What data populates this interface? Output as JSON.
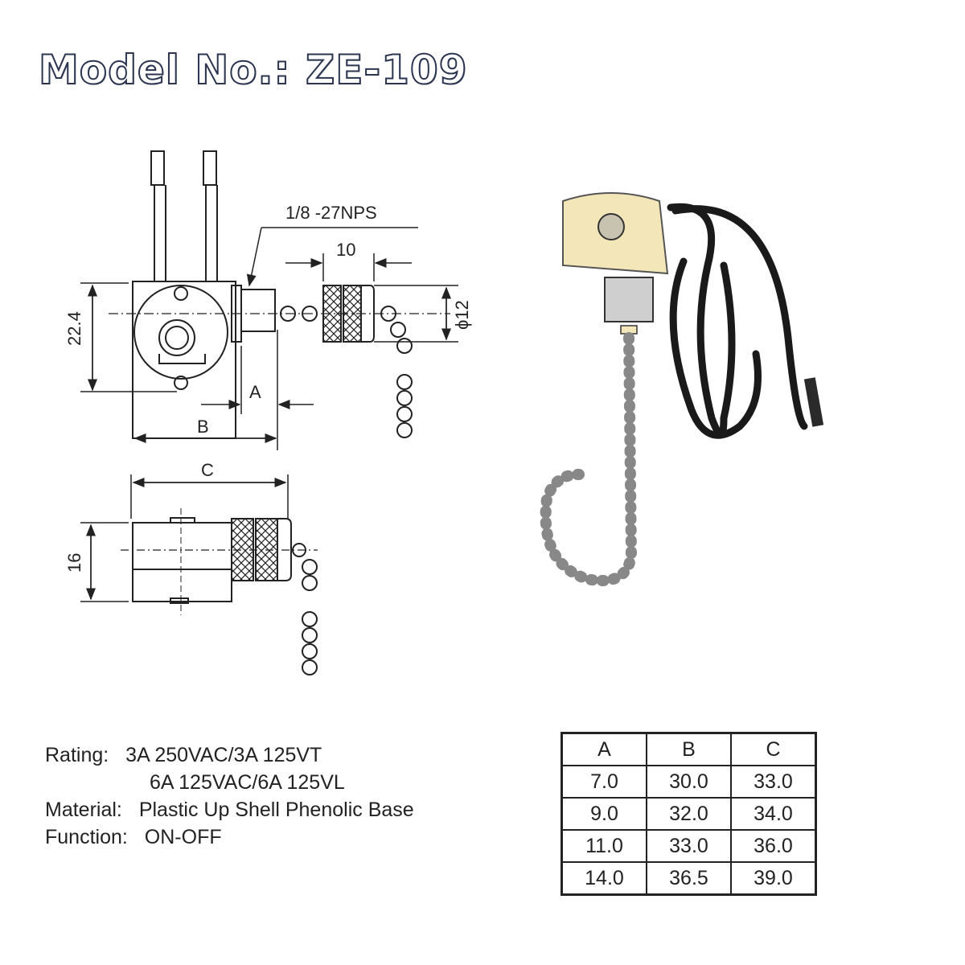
{
  "title": "Model No.: ZE-109",
  "drawing": {
    "thread_label": "1/8 -27NPS",
    "dim_knob_length": "10",
    "dim_knob_diameter": "ϕ12",
    "dim_height": "22.4",
    "dim_a": "A",
    "dim_b": "B",
    "dim_c": "C",
    "dim_side_height": "16"
  },
  "specs": {
    "rating_label": "Rating:",
    "rating_line1": "3A 250VAC/3A 125VT",
    "rating_line2": "6A 125VAC/6A 125VL",
    "material_label": "Material:",
    "material_value": "Plastic Up Shell  Phenolic Base",
    "function_label": "Function:",
    "function_value": "ON-OFF"
  },
  "table": {
    "headers": [
      "A",
      "B",
      "C"
    ],
    "rows": [
      [
        "7.0",
        "30.0",
        "33.0"
      ],
      [
        "9.0",
        "32.0",
        "34.0"
      ],
      [
        "11.0",
        "33.0",
        "36.0"
      ],
      [
        "14.0",
        "36.5",
        "39.0"
      ]
    ]
  },
  "colors": {
    "title_outline": "#2b3550",
    "switch_body": "#f3e6b8",
    "wire": "#1a1a1a"
  }
}
